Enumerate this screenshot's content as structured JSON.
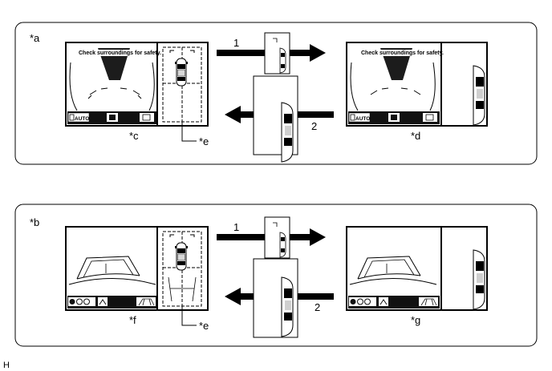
{
  "figure_code": "H",
  "panels": [
    {
      "label": "*a",
      "left_screen_label": "*c",
      "right_screen_label": "*d",
      "guide_label": "*e",
      "banner_text": "Check surroundings for safety.",
      "auto_text": "AUTO",
      "arrow_forward_number": "1",
      "arrow_back_number": "2"
    },
    {
      "label": "*b",
      "left_screen_label": "*f",
      "right_screen_label": "*g",
      "guide_label": "*e",
      "arrow_forward_number": "1",
      "arrow_back_number": "2"
    }
  ]
}
